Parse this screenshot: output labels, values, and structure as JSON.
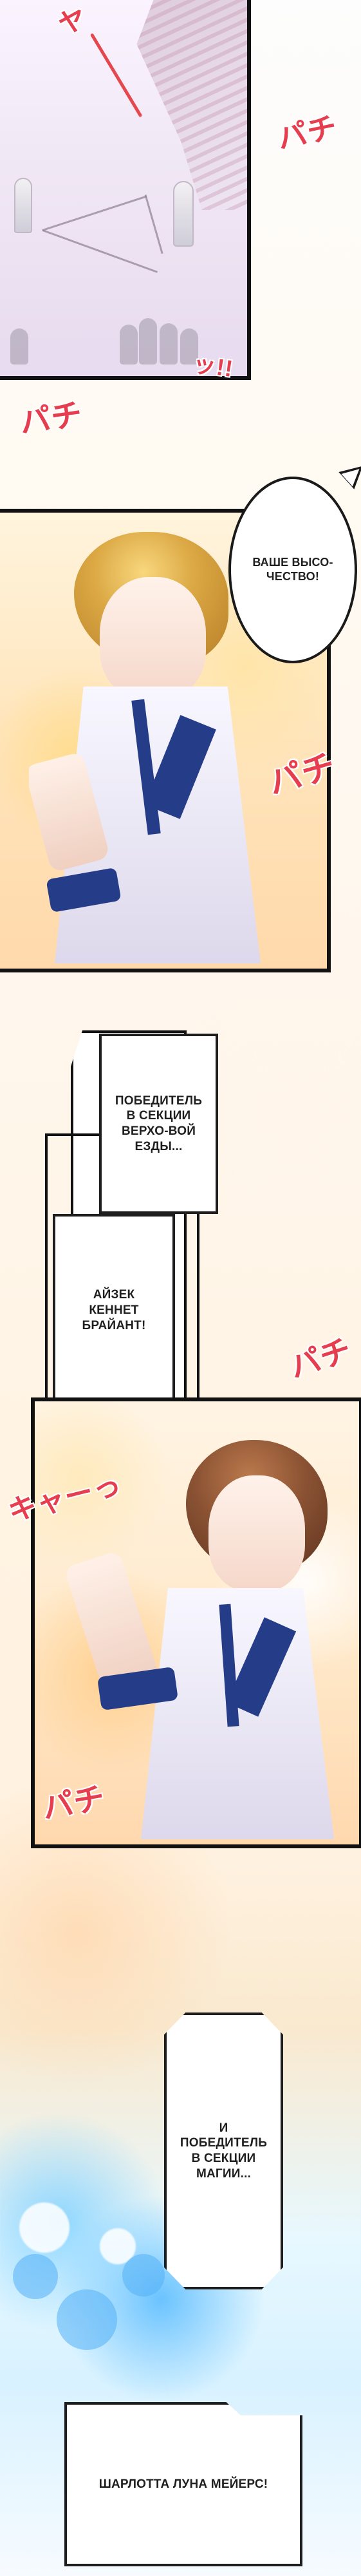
{
  "panels": {
    "top": {
      "sfx_main": "パチ",
      "sfx_bottom": "パチ",
      "sfx_side": "ッ!!",
      "sfx_ya": "ヤ"
    },
    "middle": {
      "bubble": "ВАШЕ ВЫСО-ЧЕСТВО!",
      "sfx": "パチ"
    },
    "captions": {
      "first": "ПОБЕДИТЕЛЬ В СЕКЦИИ ВЕРХО-ВОЙ ЕЗДЫ...",
      "second": "АЙЗЕК КЕННЕТ БРАЙАНТ!"
    },
    "bottom": {
      "sfx_top": "パチ",
      "sfx_cheer": "キャーっ",
      "sfx_bottom": "パチ"
    },
    "end_captions": {
      "third": "И ПОБЕДИТЕЛЬ В СЕКЦИИ МАГИИ...",
      "fourth": "ШАРЛОТТА ЛУНА МЕЙЕРС!"
    }
  },
  "colors": {
    "sfx": "#e63d4f",
    "border": "#111111",
    "navy": "#253d88",
    "gold_hair": "#dba844",
    "brown_hair": "#8a5233"
  }
}
